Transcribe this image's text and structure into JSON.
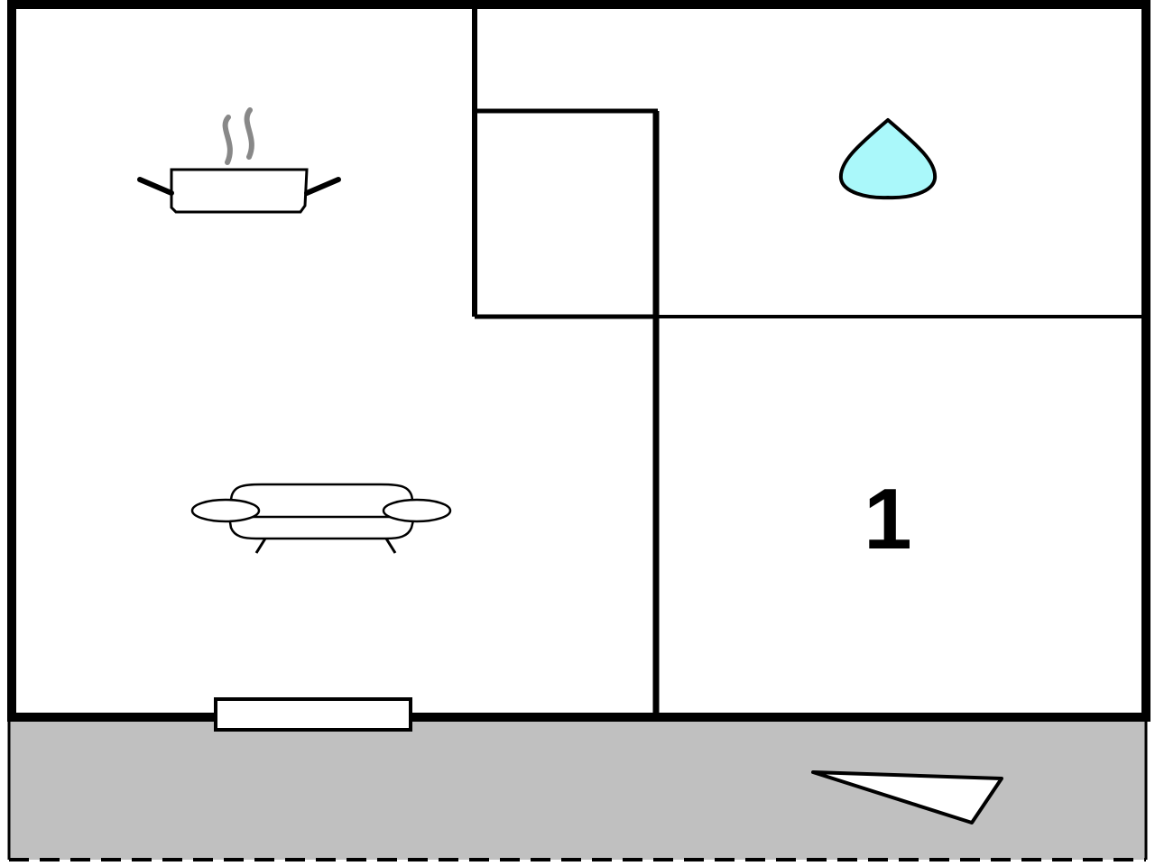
{
  "floorplan": {
    "rooms": [
      {
        "id": "kitchen",
        "icon": "cooking-pot-icon"
      },
      {
        "id": "bathroom",
        "icon": "water-drop-icon"
      },
      {
        "id": "living-room",
        "icon": "sofa-icon"
      },
      {
        "id": "bedroom",
        "label": "1"
      }
    ],
    "terrace": {
      "icon": "window-icon"
    },
    "colors": {
      "wall": "#000000",
      "floor": "#ffffff",
      "terrace": "#c0c0c0",
      "water": "#aaf8fa",
      "steam": "#888888"
    }
  }
}
